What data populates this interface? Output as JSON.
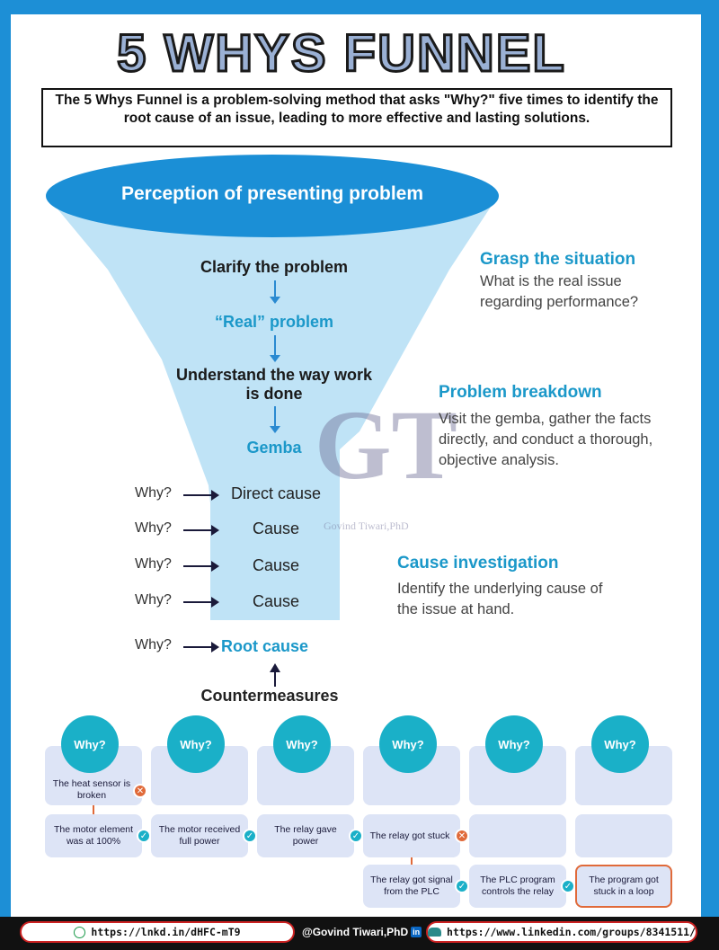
{
  "title": "5 WHYS FUNNEL",
  "description": "The 5 Whys Funnel is a problem-solving method that asks \"Why?\" five times to identify the root cause of an issue, leading to more effective and lasting solutions.",
  "funnel": {
    "top_label": "Perception of presenting problem",
    "steps": {
      "clarify": "Clarify the problem",
      "real": "“Real” problem",
      "understand": "Understand the way work is done",
      "gemba": "Gemba"
    },
    "why_label": "Why?",
    "causes": [
      "Direct cause",
      "Cause",
      "Cause",
      "Cause"
    ],
    "root_cause": "Root cause",
    "countermeasures": "Countermeasures"
  },
  "side_notes": [
    {
      "heading": "Grasp the situation",
      "text": "What is the real issue regarding performance?"
    },
    {
      "heading": "Problem breakdown",
      "text": "Visit the gemba, gather the facts directly, and conduct a thorough, objective analysis."
    },
    {
      "heading": "Cause investigation",
      "text": "Identify the underlying cause of the issue at hand."
    }
  ],
  "watermark": {
    "logo": "GT",
    "name": "Govind Tiwari,PhD"
  },
  "why_columns": {
    "circle_label": "Why?",
    "row1": [
      "The heat sensor is broken"
    ],
    "row2": [
      "The motor element was at 100%",
      "The motor received full power",
      "The relay gave power",
      "The relay got stuck"
    ],
    "row3": [
      "The relay got signal from the PLC",
      "The PLC program controls the relay",
      "The program got stuck in a loop"
    ]
  },
  "footer": {
    "link1": "https://lnkd.in/dHFC-mT9",
    "handle": "@Govind Tiwari,PhD",
    "link2": "https://www.linkedin.com/groups/8341511/"
  },
  "colors": {
    "frame": "#1d8fd6",
    "accent": "#1b98c9",
    "teal": "#1ab0c8",
    "box": "#dde4f6",
    "cross": "#e06a3a"
  }
}
